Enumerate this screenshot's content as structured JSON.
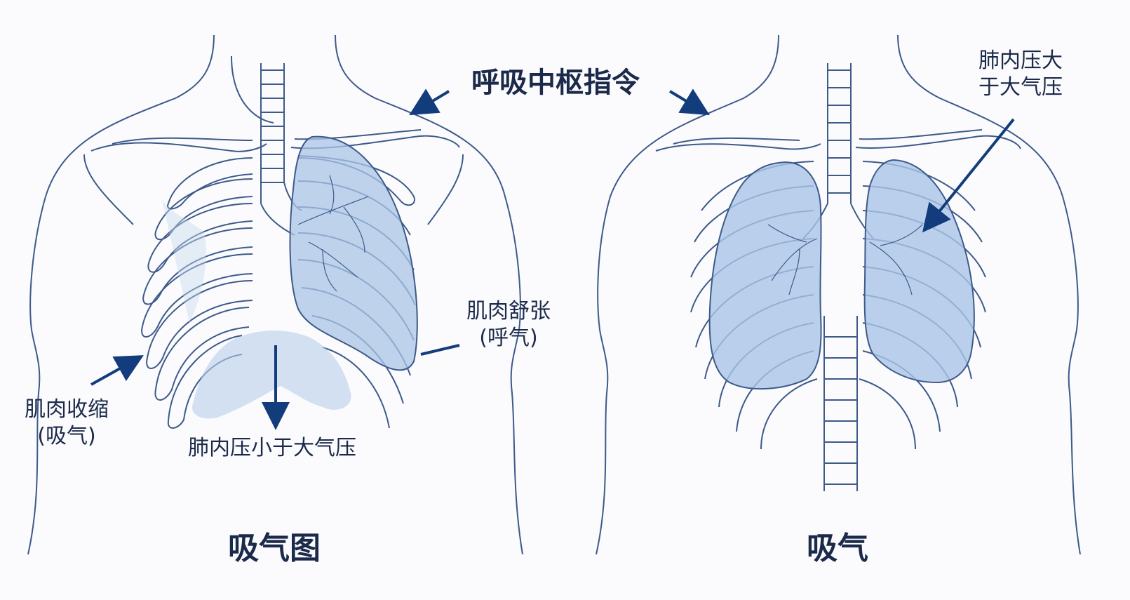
{
  "top_label": "呼吸中枢指令",
  "left_panel": {
    "caption": "吸气图",
    "muscle_contract": {
      "line1": "肌肉收缩",
      "line2": "(吸气)"
    },
    "muscle_relax": {
      "line1": "肌肉舒张",
      "line2": "(呼气)"
    },
    "pressure_label": "肺内压小于大气压"
  },
  "right_panel": {
    "caption": "吸气",
    "pressure_label": {
      "line1": "肺内压大",
      "line2": "于大气压"
    }
  },
  "colors": {
    "outline": "#3d5a8a",
    "lung_fill": "#aac4e6",
    "arrow": "#123c7c",
    "background": "#fbfbfd"
  }
}
